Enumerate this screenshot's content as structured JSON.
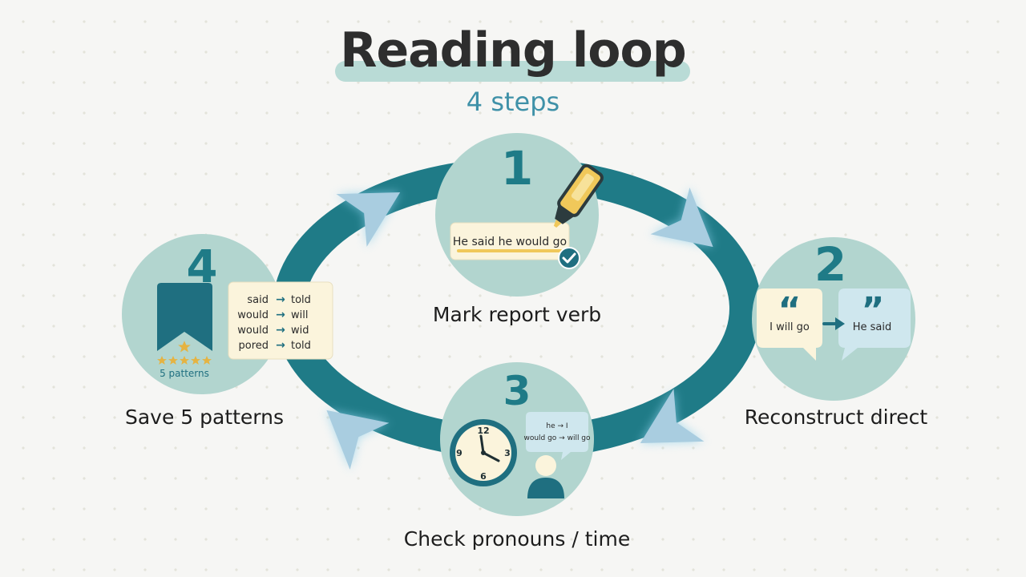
{
  "title": "Reading loop",
  "subtitle": "4 steps",
  "colors": {
    "teal": "#1f7b87",
    "circle": "#b2d5cf",
    "arrow": "#a9cde0",
    "note": "#fbf4dc",
    "highlighter": "#f0c85a",
    "star": "#e5b342",
    "background": "#f6f6f4"
  },
  "steps": [
    {
      "number": "1",
      "label": "Mark report verb",
      "note_text": "He said he would go",
      "icons": [
        "highlighter-icon",
        "check-circle-icon"
      ]
    },
    {
      "number": "2",
      "label": "Reconstruct direct",
      "left_bubble": "I will go",
      "right_bubble": "He said",
      "icons": [
        "open-quote-icon",
        "close-quote-icon",
        "arrow-right-icon"
      ]
    },
    {
      "number": "3",
      "label": "Check pronouns / time",
      "clock_numbers": [
        "12",
        "3",
        "6",
        "9"
      ],
      "bubble_lines": [
        "he → I",
        "would go → will go"
      ],
      "icons": [
        "clock-icon",
        "person-icon",
        "speech-bubble-icon"
      ]
    },
    {
      "number": "4",
      "label": "Save 5 patterns",
      "badge_caption": "5 patterns",
      "rating": 5,
      "patterns": [
        {
          "from": "said",
          "to": "told"
        },
        {
          "from": "would",
          "to": "will"
        },
        {
          "from": "would",
          "to": "wid"
        },
        {
          "from": "pored",
          "to": "told"
        }
      ],
      "icons": [
        "bookmark-icon",
        "star-icon"
      ]
    }
  ]
}
